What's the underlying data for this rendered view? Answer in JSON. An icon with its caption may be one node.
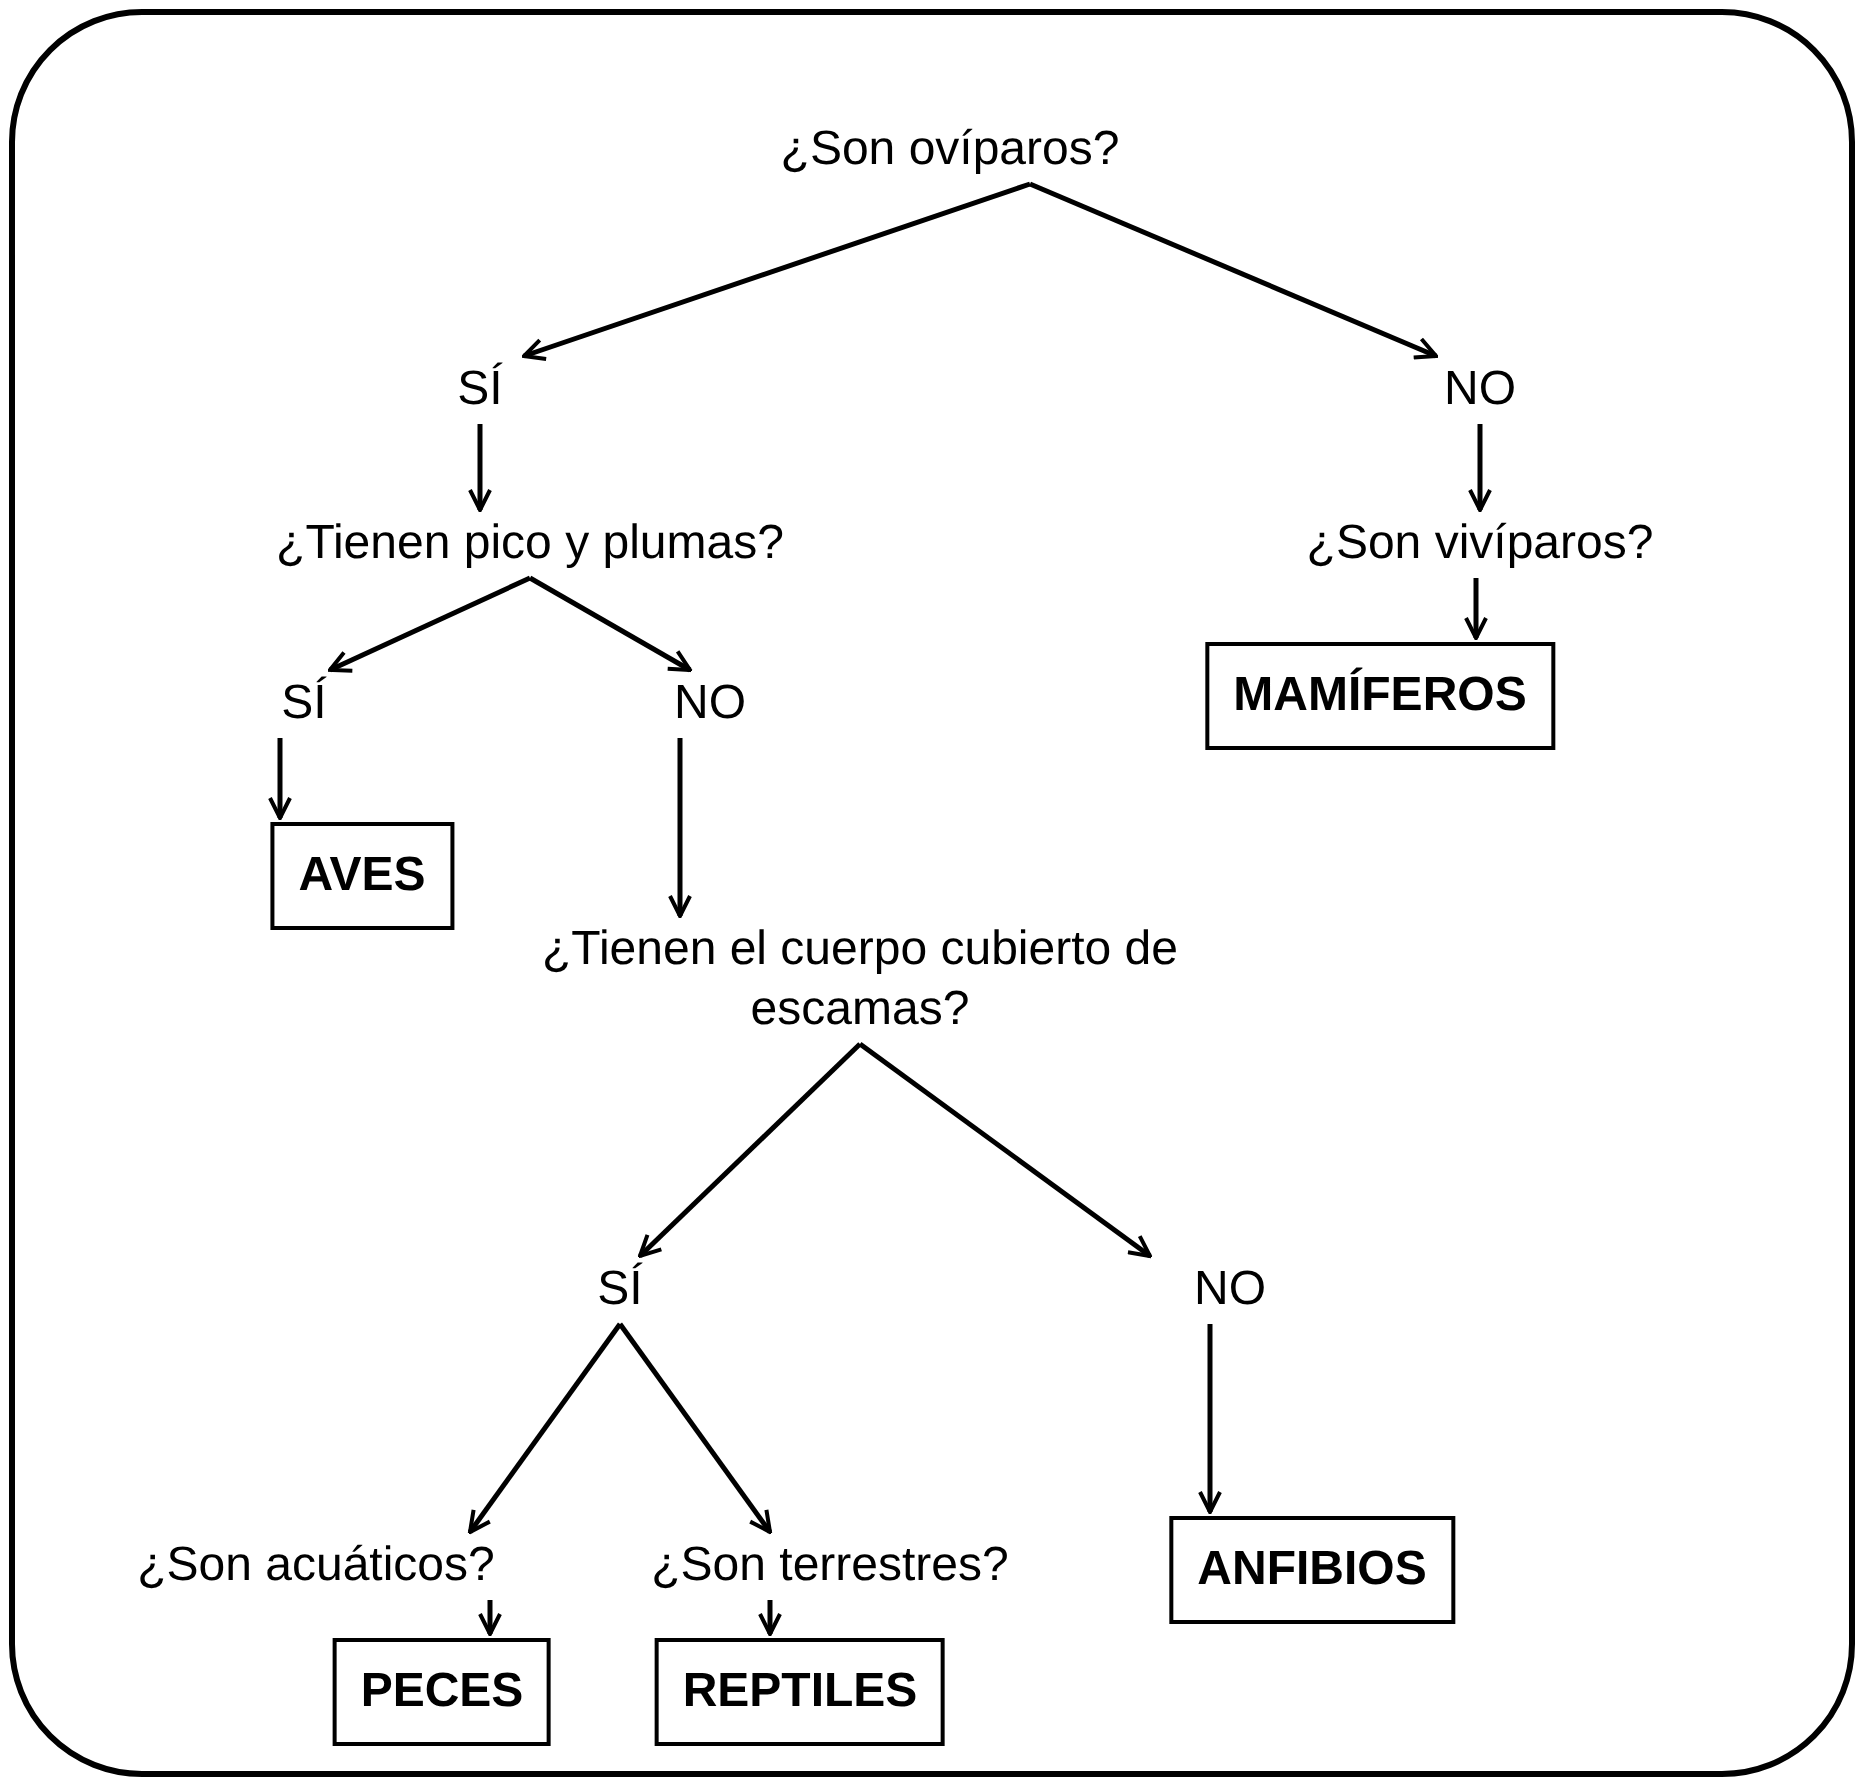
{
  "diagram": {
    "nodes": [
      {
        "text": [
          "¿Son ovíparos?"
        ]
      },
      {
        "text": [
          "SÍ"
        ]
      },
      {
        "text": [
          "NO"
        ]
      },
      {
        "text": [
          "¿Tienen pico y plumas?"
        ]
      },
      {
        "text": [
          "¿Son vivíparos?"
        ]
      },
      {
        "text": [
          "SÍ"
        ]
      },
      {
        "text": [
          "NO"
        ]
      },
      {
        "text": [
          "MAMÍFEROS"
        ]
      },
      {
        "text": [
          "AVES"
        ]
      },
      {
        "text": [
          "¿Tienen el cuerpo cubierto de escamas?"
        ]
      },
      {
        "text": [
          "SÍ"
        ]
      },
      {
        "text": [
          "NO"
        ]
      },
      {
        "text": [
          "¿Son acuáticos?"
        ]
      },
      {
        "text": [
          "¿Son terrestres?"
        ]
      },
      {
        "text": [
          "ANFIBIOS"
        ]
      },
      {
        "text": [
          "PECES"
        ]
      },
      {
        "text": [
          "REPTILES"
        ]
      }
    ],
    "edges": [
      {
        "from": 0,
        "to": 1,
        "arrow": "to"
      },
      {
        "from": 0,
        "to": 2,
        "arrow": "to"
      },
      {
        "from": 1,
        "to": 3,
        "arrow": "to"
      },
      {
        "from": 2,
        "to": 4,
        "arrow": "to"
      },
      {
        "from": 4,
        "to": 7,
        "arrow": "to"
      },
      {
        "from": 3,
        "to": 5,
        "arrow": "to"
      },
      {
        "from": 3,
        "to": 6,
        "arrow": "to"
      },
      {
        "from": 5,
        "to": 8,
        "arrow": "to"
      },
      {
        "from": 6,
        "to": 9,
        "arrow": "to"
      },
      {
        "from": 9,
        "to": 10,
        "arrow": "to"
      },
      {
        "from": 9,
        "to": 11,
        "arrow": "to"
      },
      {
        "from": 11,
        "to": 14,
        "arrow": "to"
      },
      {
        "from": 10,
        "to": 12,
        "arrow": "to"
      },
      {
        "from": 10,
        "to": 13,
        "arrow": "to"
      },
      {
        "from": 12,
        "to": 15,
        "arrow": "to"
      },
      {
        "from": 13,
        "to": 16,
        "arrow": "to"
      }
    ]
  }
}
